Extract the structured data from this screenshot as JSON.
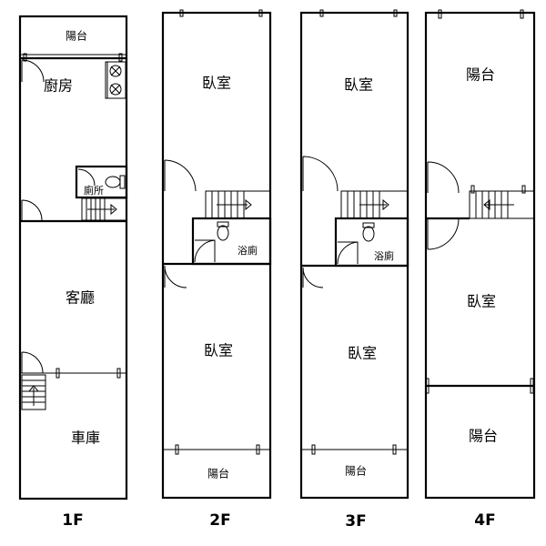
{
  "floors": [
    {
      "label": "1F",
      "rooms": {
        "balcony": "陽台",
        "kitchen": "廚房",
        "toilet": "廁所",
        "living_room": "客廳",
        "garage": "車庫"
      }
    },
    {
      "label": "2F",
      "rooms": {
        "bedroom_front": "臥室",
        "bathroom": "浴廁",
        "bedroom_back": "臥室",
        "balcony": "陽台"
      }
    },
    {
      "label": "3F",
      "rooms": {
        "bedroom_front": "臥室",
        "bathroom": "浴廁",
        "bedroom_back": "臥室",
        "balcony": "陽台"
      }
    },
    {
      "label": "4F",
      "rooms": {
        "balcony_top": "陽台",
        "bedroom": "臥室",
        "balcony_bottom": "陽台"
      }
    }
  ]
}
